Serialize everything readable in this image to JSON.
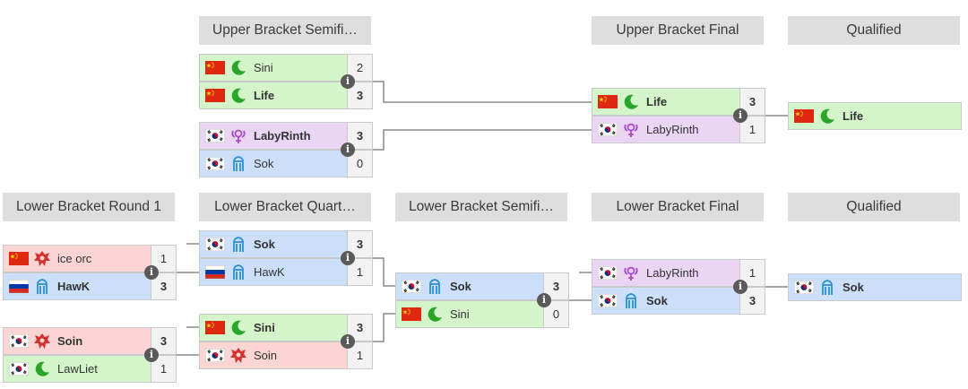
{
  "headers": {
    "upper_semis": "Upper Bracket Semifi…",
    "upper_final": "Upper Bracket Final",
    "qualified_upper": "Qualified",
    "lower_r1": "Lower Bracket Round 1",
    "lower_quarters": "Lower Bracket Quart…",
    "lower_semis": "Lower Bracket Semifi…",
    "lower_final": "Lower Bracket Final",
    "qualified_lower": "Qualified"
  },
  "colors": {
    "zerg_green": "#d4f5c9",
    "protoss_blue": "#cce0fb",
    "terran_purple": "#ebd5f5",
    "zerg_red": "#fbd4d4"
  },
  "matches": {
    "ub_semi_1": {
      "top": {
        "name": "Sini",
        "score": "2",
        "flag": "cn-flag",
        "race": "zerg-moon-icon"
      },
      "bottom": {
        "name": "Life",
        "score": "3",
        "flag": "cn-flag",
        "race": "zerg-moon-icon"
      }
    },
    "ub_semi_2": {
      "top": {
        "name": "LabyRinth",
        "score": "3",
        "flag": "kr-flag",
        "race": "terran-icon"
      },
      "bottom": {
        "name": "Sok",
        "score": "0",
        "flag": "kr-flag",
        "race": "protoss-icon"
      }
    },
    "ub_final": {
      "top": {
        "name": "Life",
        "score": "3"
      },
      "bottom": {
        "name": "LabyRinth",
        "score": "1"
      }
    },
    "lb_r1_1": {
      "top": {
        "name": "ice orc",
        "score": "1"
      },
      "bottom": {
        "name": "HawK",
        "score": "3"
      }
    },
    "lb_r1_2": {
      "top": {
        "name": "Soin",
        "score": "3"
      },
      "bottom": {
        "name": "LawLiet",
        "score": "1"
      }
    },
    "lb_qf_1": {
      "top": {
        "name": "Sok",
        "score": "3"
      },
      "bottom": {
        "name": "HawK",
        "score": "1"
      }
    },
    "lb_qf_2": {
      "top": {
        "name": "Sini",
        "score": "3"
      },
      "bottom": {
        "name": "Soin",
        "score": "1"
      }
    },
    "lb_semi": {
      "top": {
        "name": "Sok",
        "score": "3"
      },
      "bottom": {
        "name": "Sini",
        "score": "0"
      }
    },
    "lb_final": {
      "top": {
        "name": "LabyRinth",
        "score": "1"
      },
      "bottom": {
        "name": "Sok",
        "score": "3"
      }
    }
  },
  "qualified": {
    "upper": {
      "name": "Life"
    },
    "lower": {
      "name": "Sok"
    }
  },
  "info_icon": "i"
}
